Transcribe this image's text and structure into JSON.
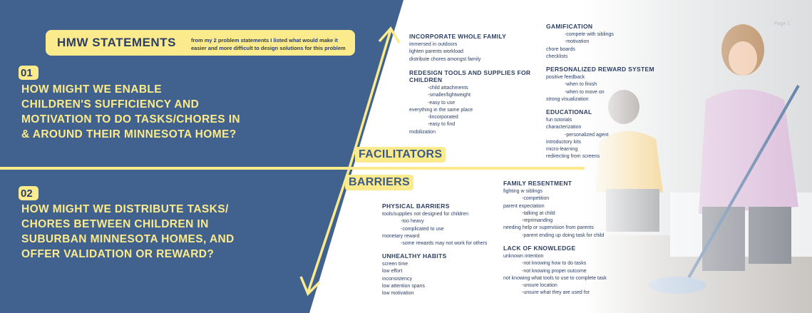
{
  "hmw": {
    "title": "HMW STATEMENTS",
    "subtitle": "from my 2 problem statements I listed what would make it easier and more difficult to design solutions for this problem"
  },
  "statements": [
    {
      "number": "01",
      "lines": [
        "HOW MIGHT WE ENABLE",
        "CHILDREN'S SUFFICIENCY AND",
        "MOTIVATION TO DO TASKS/CHORES IN",
        "& AROUND THEIR MINNESOTA HOME?"
      ]
    },
    {
      "number": "02",
      "lines": [
        "HOW MIGHT WE DISTRIBUTE TASKS/",
        "CHORES BETWEEN CHILDREN IN",
        "SUBURBAN MINNESOTA HOMES, AND",
        "OFFER VALIDATION OR REWARD?"
      ]
    }
  ],
  "labels": {
    "facilitators": "FACILITATORS",
    "barriers": "BARRIERS"
  },
  "page_label": "Page 1",
  "facilitators": [
    {
      "title": [
        "INCORPORATE WHOLE FAMILY"
      ],
      "items": [
        {
          "text": "immersed in outdoors",
          "sub": false
        },
        {
          "text": "lighten parents workload",
          "sub": false
        },
        {
          "text": "distribute chores amongst family",
          "sub": false
        }
      ]
    },
    {
      "title": [
        "REDESIGN TOOLS AND SUPPLIES FOR",
        "CHILDREN"
      ],
      "items": [
        {
          "text": "-child attachments",
          "sub": true
        },
        {
          "text": "-smaller/lightweight",
          "sub": true
        },
        {
          "text": "-easy to use",
          "sub": true
        },
        {
          "text": "everything in the same place",
          "sub": false
        },
        {
          "text": "-lincorporated",
          "sub": true
        },
        {
          "text": "-easy to find",
          "sub": true
        },
        {
          "text": "mobilization",
          "sub": false
        }
      ]
    },
    {
      "title": [
        "GAMIFICATION"
      ],
      "items": [
        {
          "text": "-compete with siblings",
          "sub": true
        },
        {
          "text": "-motivation",
          "sub": true
        },
        {
          "text": "chore boards",
          "sub": false
        },
        {
          "text": "checklists",
          "sub": false
        }
      ]
    },
    {
      "title": [
        "PERSONALIZED REWARD SYSTEM"
      ],
      "items": [
        {
          "text": "positive feedback",
          "sub": false
        },
        {
          "text": "-when to finish",
          "sub": true
        },
        {
          "text": "-when to move on",
          "sub": true
        },
        {
          "text": "strong visualization",
          "sub": false
        }
      ]
    },
    {
      "title": [
        "EDUCATIONAL"
      ],
      "items": [
        {
          "text": "fun tutorials",
          "sub": false
        },
        {
          "text": "characterization",
          "sub": false
        },
        {
          "text": "-personalized agent",
          "sub": true
        },
        {
          "text": "introductory kits",
          "sub": false
        },
        {
          "text": "micro-learning",
          "sub": false
        },
        {
          "text": "redirecting from screens",
          "sub": false
        }
      ]
    }
  ],
  "barriers": [
    {
      "title": [
        "PHYSICAL BARRIERS"
      ],
      "items": [
        {
          "text": "tools/supplies not designed for children",
          "sub": false
        },
        {
          "text": "-too heavy",
          "sub": true
        },
        {
          "text": "-complicated to use",
          "sub": true
        },
        {
          "text": "monetary reward",
          "sub": false
        },
        {
          "text": "-some rewards may not work for others",
          "sub": true
        }
      ]
    },
    {
      "title": [
        "UNHEALTHY HABITS"
      ],
      "items": [
        {
          "text": "screen time",
          "sub": false
        },
        {
          "text": "low effort",
          "sub": false
        },
        {
          "text": "inconsistency",
          "sub": false
        },
        {
          "text": "low attention spans",
          "sub": false
        },
        {
          "text": "low motivation",
          "sub": false
        }
      ]
    },
    {
      "title": [
        "FAMILY RESENTMENT"
      ],
      "items": [
        {
          "text": "fighting w siblings",
          "sub": false
        },
        {
          "text": "-competition",
          "sub": true
        },
        {
          "text": "parent expectation",
          "sub": false
        },
        {
          "text": "-talking at child",
          "sub": true
        },
        {
          "text": "-reprimanding",
          "sub": true
        },
        {
          "text": "needing help or supervision from parents",
          "sub": false
        },
        {
          "text": "-parent ending up doing task for child",
          "sub": true
        }
      ]
    },
    {
      "title": [
        "LACK OF KNOWLEDGE"
      ],
      "items": [
        {
          "text": "unknown intention",
          "sub": false
        },
        {
          "text": "-not knowing how to do tasks",
          "sub": true
        },
        {
          "text": "-not knowing proper outcome",
          "sub": true
        },
        {
          "text": "not knowing what tools to use to complete task",
          "sub": false
        },
        {
          "text": "-unsure location",
          "sub": true
        },
        {
          "text": "-unsure what they are used for",
          "sub": true
        }
      ]
    }
  ],
  "colors": {
    "navy": "#41628e",
    "yellow": "#fbeb8c",
    "text": "#2c3e63"
  }
}
